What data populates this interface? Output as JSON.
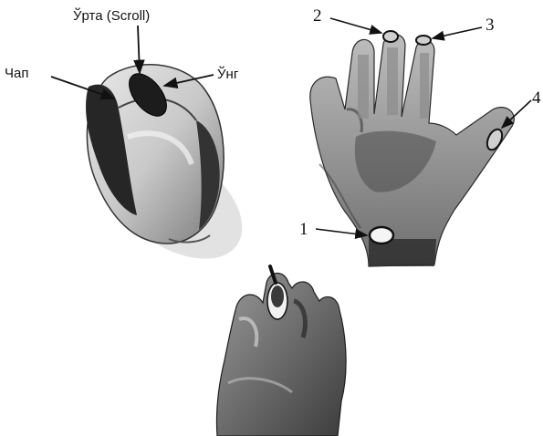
{
  "mouse_labels": {
    "middle": "Ўрта (Scroll)",
    "left": "Чап",
    "right": "Ўнг"
  },
  "hand_markers": [
    "1",
    "2",
    "3",
    "4"
  ],
  "colors": {
    "ink": "#111111",
    "dark_shade": "#2a2a2a",
    "mid_shade": "#8a8a8a",
    "light_shade": "#d8d8d8"
  }
}
